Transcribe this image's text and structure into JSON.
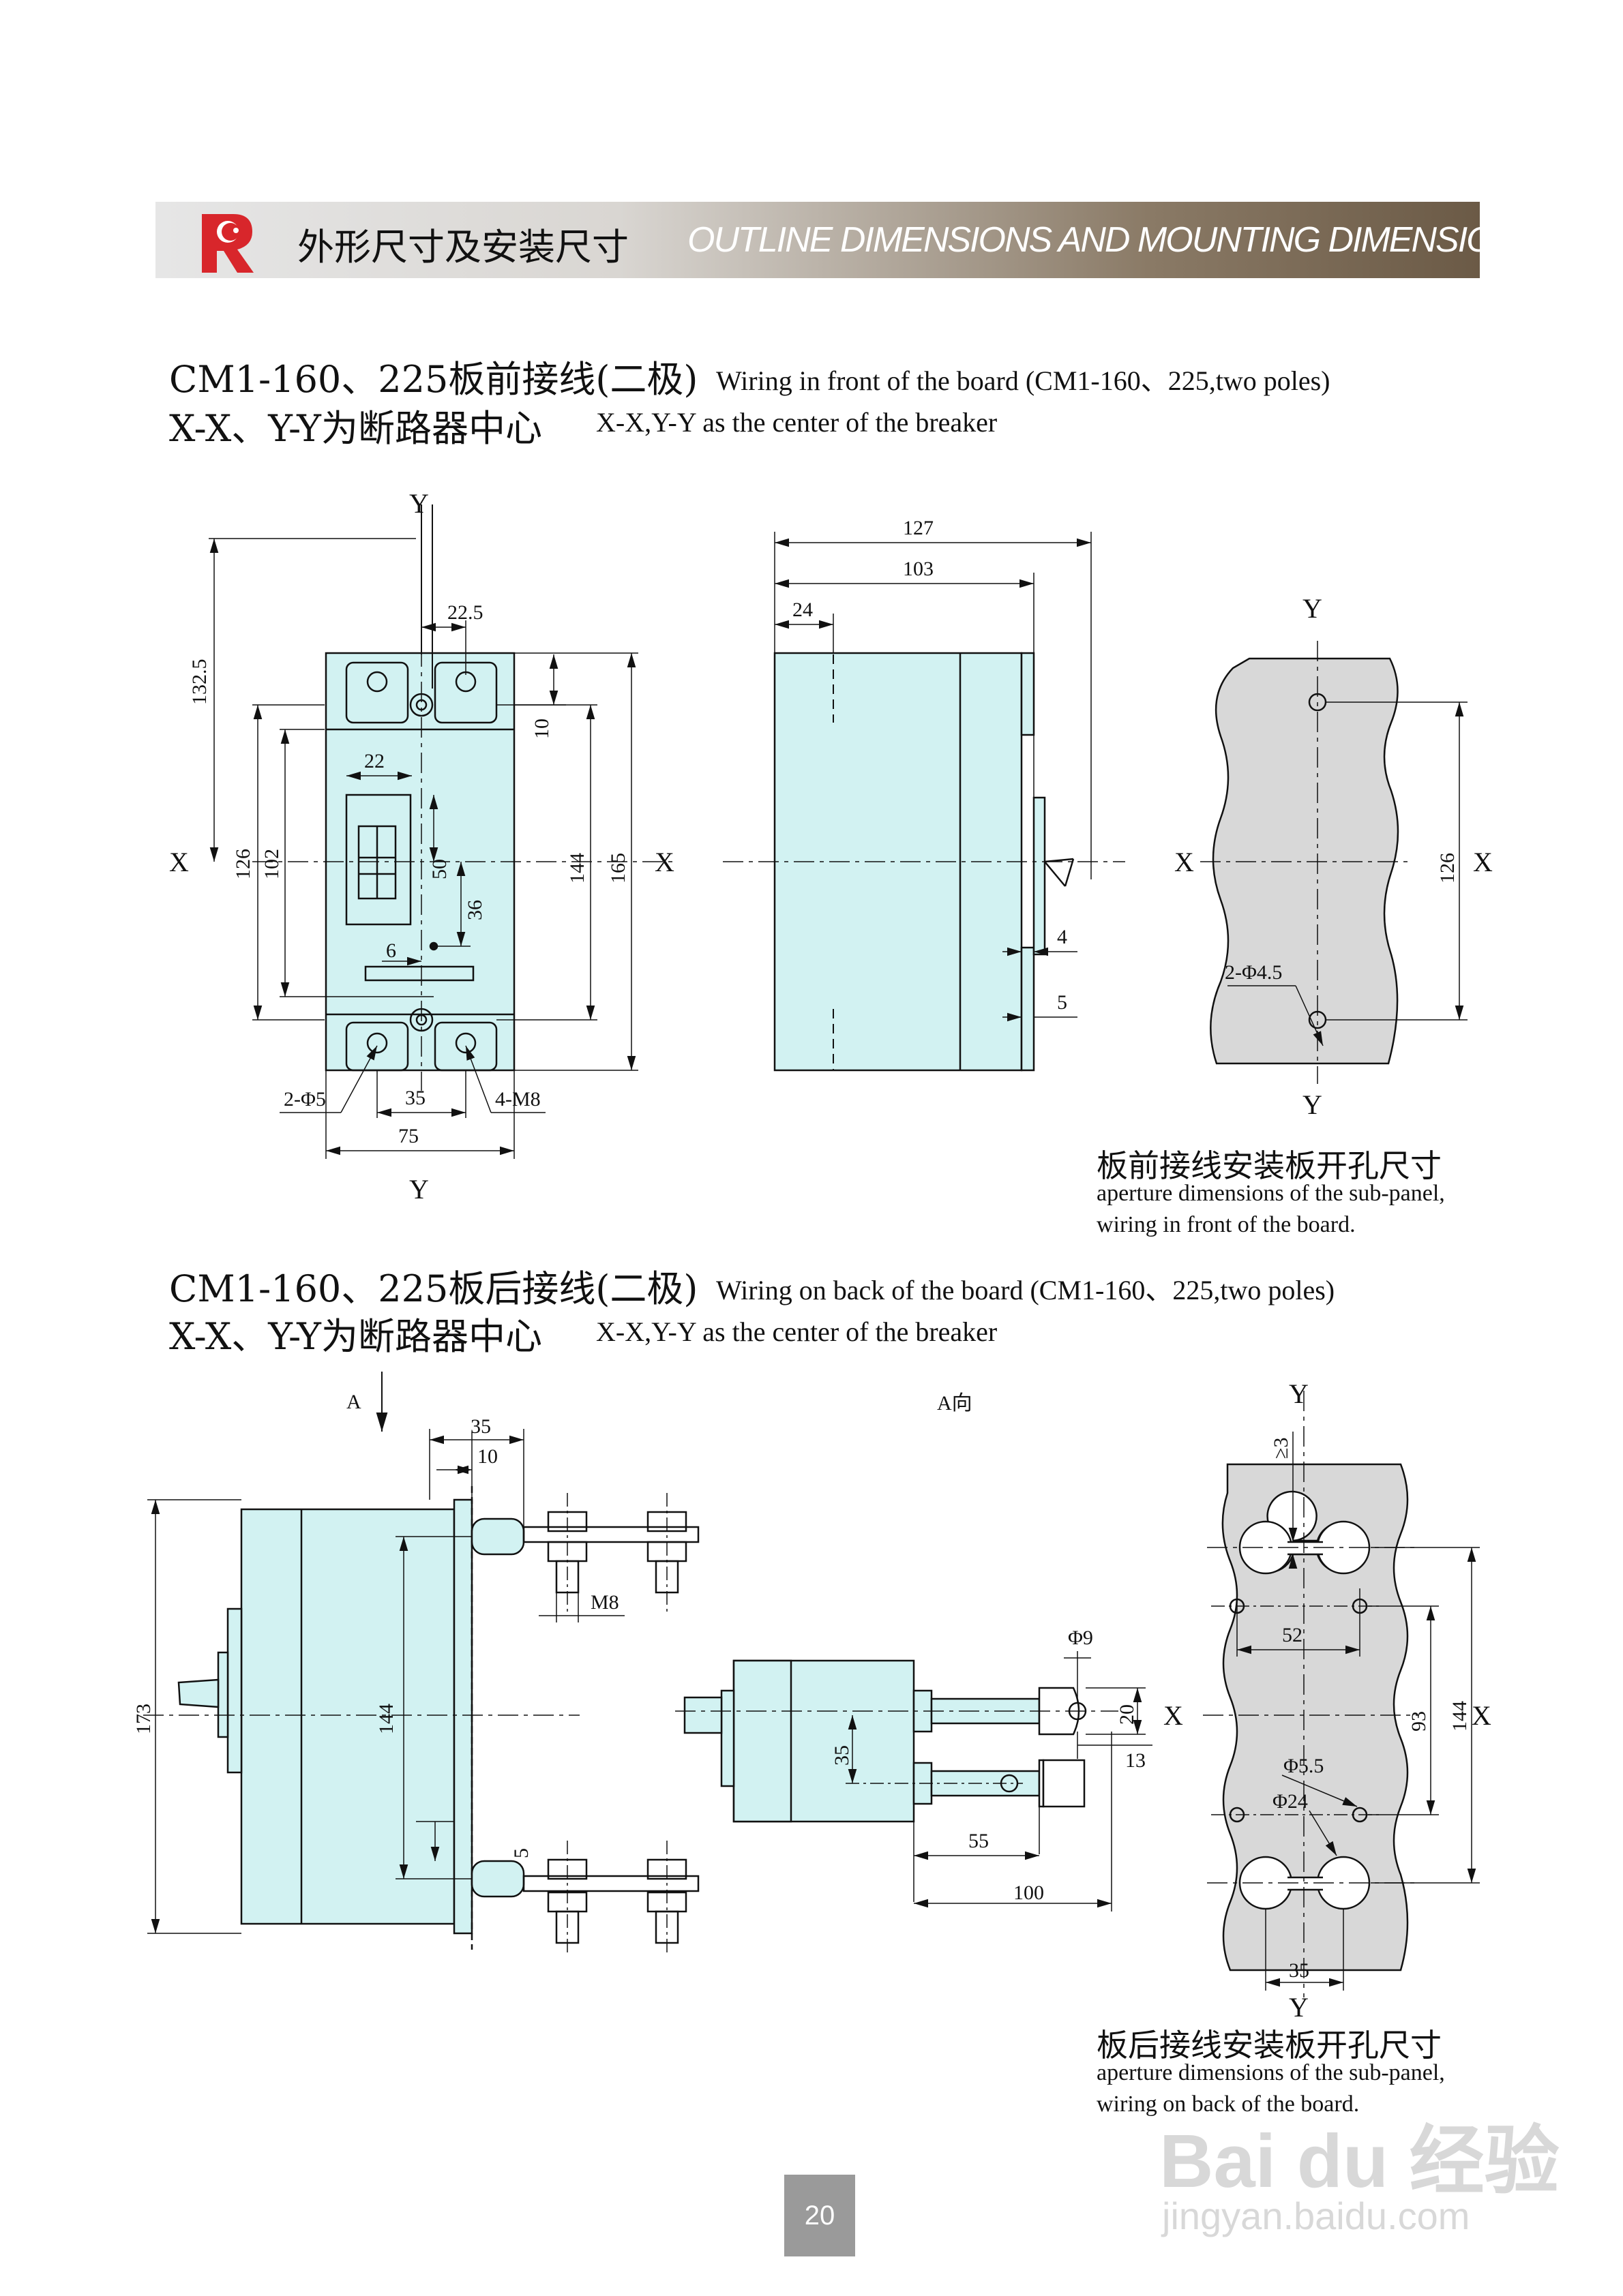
{
  "header": {
    "title_cn": "外形尺寸及安装尺寸",
    "title_en": "OUTLINE DIMENSIONS AND MOUNTING DIMENSIONS"
  },
  "section1": {
    "title_cn": "CM1-160、225板前接线(二极)",
    "title_en": "Wiring in front of the board (CM1-160、225,two poles)",
    "subtitle_cn": "X-X、Y-Y为断路器中心",
    "subtitle_en": "X-X,Y-Y as the center of the breaker",
    "caption_cn": "板前接线安装板开孔尺寸",
    "caption_en_1": "aperture dimensions of the sub-panel,",
    "caption_en_2": "wiring in front of the board."
  },
  "section2": {
    "title_cn": "CM1-160、225板后接线(二极)",
    "title_en": "Wiring on back of the board (CM1-160、225,two poles)",
    "subtitle_cn": "X-X、Y-Y为断路器中心",
    "subtitle_en": "X-X,Y-Y as the center of the breaker",
    "caption_cn": "板后接线安装板开孔尺寸",
    "caption_en_1": "aperture dimensions of the sub-panel,",
    "caption_en_2": "wiring on back of the board."
  },
  "labels": {
    "axis_x": "X",
    "axis_y": "Y",
    "view_a": "A",
    "view_a_dir": "A向",
    "front": {
      "d132_5": "132.5",
      "d22_5": "22.5",
      "d10": "10",
      "d22": "22",
      "d126": "126",
      "d102": "102",
      "d50": "50",
      "d36": "36",
      "d144": "144",
      "d165": "165",
      "d6": "6",
      "d2phi5": "2-Φ5",
      "d35": "35",
      "d4m8": "4-M8",
      "d75": "75"
    },
    "side": {
      "d127": "127",
      "d103": "103",
      "d24": "24",
      "d4": "4",
      "d5": "5"
    },
    "panel1": {
      "d126": "126",
      "d2phi4_5": "2-Φ4.5"
    },
    "back": {
      "d35": "35",
      "d10": "10",
      "dM8": "M8",
      "d173": "173",
      "d144": "144",
      "d5": "5"
    },
    "top": {
      "phi9": "Φ9",
      "d20": "20",
      "d35": "35",
      "d13": "13",
      "d55": "55",
      "d100": "100"
    },
    "panel2": {
      "ge3": "≥3",
      "d52": "52",
      "d93": "93",
      "d144": "144",
      "phi5_5": "Φ5.5",
      "phi24": "Φ24",
      "d35": "35"
    }
  },
  "page_number": "20",
  "watermark": {
    "brand": "Bai du 经验",
    "url": "jingyan.baidu.com"
  },
  "colors": {
    "body_fill": "#d2f2f2",
    "panel_fill": "#d8d8d8",
    "logo_red": "#d8262b"
  }
}
